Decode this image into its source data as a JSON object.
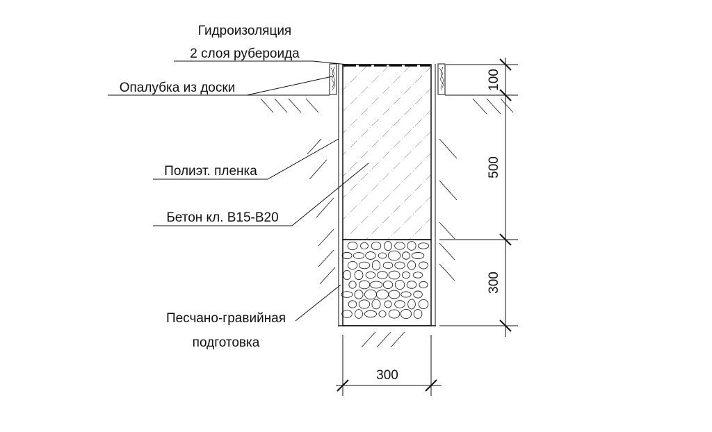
{
  "labels": {
    "waterproofing_1": "Гидроизоляция",
    "waterproofing_2": "2 слоя рубероида",
    "formwork": "Опалубка из доски",
    "film": "Полиэт. пленка",
    "concrete": "Бетон кл. B15-B20",
    "gravel_1": "Песчано-гравийная",
    "gravel_2": "подготовка"
  },
  "dimensions": {
    "top": "100",
    "concrete_depth": "500",
    "gravel_depth": "300",
    "width": "300"
  }
}
